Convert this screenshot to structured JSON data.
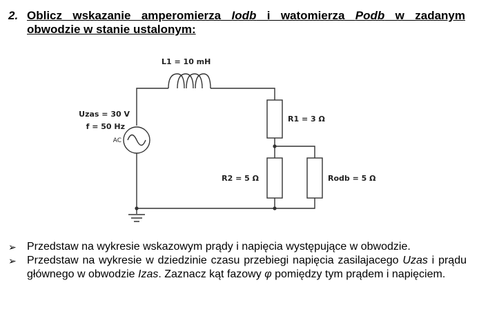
{
  "task": {
    "number": "2.",
    "line1_a": "Oblicz wskazanie amperomierza ",
    "line1_b": "Iodb",
    "line1_c": " i watomierza ",
    "line1_d": "Podb",
    "line1_e": " w zadanym",
    "line2": "obwodzie w stanie ustalonym:"
  },
  "circuit": {
    "inductor_label": "L1 = 10 mH",
    "source_voltage": "Uzas = 30 V",
    "source_frequency": "f = 50 Hz",
    "source_type": "AC",
    "r1_label": "R1 = 3 Ω",
    "r2_label": "R2 = 5 Ω",
    "rodb_label": "Rodb = 5 Ω",
    "icons": [
      "ac-source-icon",
      "inductor-icon",
      "resistor-icon",
      "ground-icon",
      "node-dot-icon"
    ]
  },
  "bullets": {
    "arrow": "➢",
    "b1": "Przedstaw na wykresie wskazowym prądy i napięcia występujące w obwodzie.",
    "b2_a": "Przedstaw na wykresie w dziedzinie czasu przebiegi napięcia zasilajacego ",
    "b2_b": "Uzas",
    "b2_c": " i prądu głównego w obwodzie ",
    "b2_d": "Izas",
    "b2_e": ". Zaznacz kąt fazowy ",
    "b2_f": "φ",
    "b2_g": " pomiędzy tym prądem i napięciem."
  }
}
